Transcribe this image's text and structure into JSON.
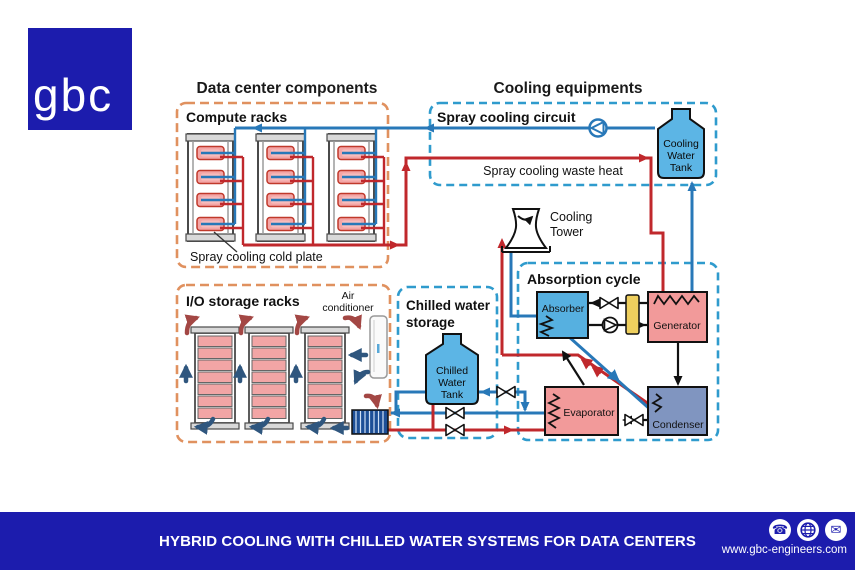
{
  "logo": {
    "text": "gbc"
  },
  "titles": {
    "data_center": "Data center components",
    "cooling_equipments": "Cooling equipments"
  },
  "compute": {
    "heading": "Compute racks",
    "cold_plate_note": "Spray cooling cold plate"
  },
  "spray": {
    "heading": "Spray cooling circuit",
    "waste_heat": "Spray cooling waste heat"
  },
  "cooling_tower": [
    "Cooling",
    "Tower"
  ],
  "cooling_water_tank": [
    "Cooling",
    "Water",
    "Tank"
  ],
  "io": {
    "heading": "I/O storage racks",
    "air_conditioner": [
      "Air",
      "conditioner"
    ]
  },
  "chilled": {
    "heading": [
      "Chilled water",
      "storage"
    ],
    "tank": [
      "Chilled",
      "Water",
      "Tank"
    ]
  },
  "absorption": {
    "heading": "Absorption cycle",
    "absorber": "Absorber",
    "generator": "Generator",
    "evaporator": "Evaporator",
    "condenser": "Condenser"
  },
  "footer": {
    "headline": "HYBRID COOLING WITH CHILLED WATER SYSTEMS FOR DATA CENTERS",
    "website": "www.gbc-engineers.com",
    "icons": [
      "phone-icon",
      "globe-icon",
      "email-icon"
    ]
  },
  "colors": {
    "brand_blue": "#1c1cad",
    "pipe_red": "#c0282c",
    "pipe_blue": "#2878b8",
    "tank_fill": "#5cb5e5",
    "hot_box_fill": "#f29a9a",
    "cold_plate_fill": "#f4a6a6",
    "condenser_fill": "#8095c0",
    "heat_exchanger_yellow": "#eecf5e",
    "dashed_orange": "#e0915f",
    "dashed_blue": "#2f9bcd",
    "air_hot_red": "#a34744",
    "air_cold_blue": "#2f567e"
  }
}
